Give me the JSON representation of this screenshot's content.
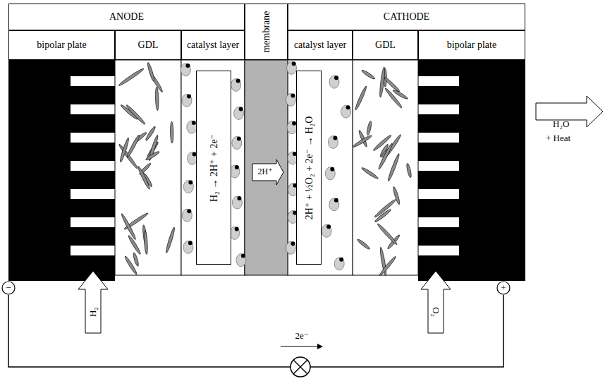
{
  "diagram": {
    "nodes": [
      {
        "text": [
          "ANODE"
        ]
      },
      {
        "text": [
          "membrane"
        ]
      },
      {
        "text": [
          "CATHODE"
        ]
      },
      {
        "text": [
          "bipolar plate"
        ]
      },
      {
        "text": [
          "GDL"
        ]
      },
      {
        "text": [
          "catalyst layer"
        ]
      },
      {
        "text": [
          "catalyst layer"
        ]
      },
      {
        "text": [
          "GDL"
        ]
      },
      {
        "text": [
          "bipolar plate"
        ]
      },
      {
        "text": [
          "H₂ → 2H⁺ + 2e⁻"
        ]
      },
      {
        "text": [
          "2H⁺"
        ]
      },
      {
        "text": [
          "2H⁺ + ½O₂ + 2e⁻ → H₂O"
        ]
      },
      {
        "text": [
          "−"
        ]
      },
      {
        "text": [
          "+"
        ]
      }
    ],
    "labels": [
      "H₂O",
      "+ Heat",
      "H₂",
      "O₂",
      "2e⁻"
    ]
  }
}
